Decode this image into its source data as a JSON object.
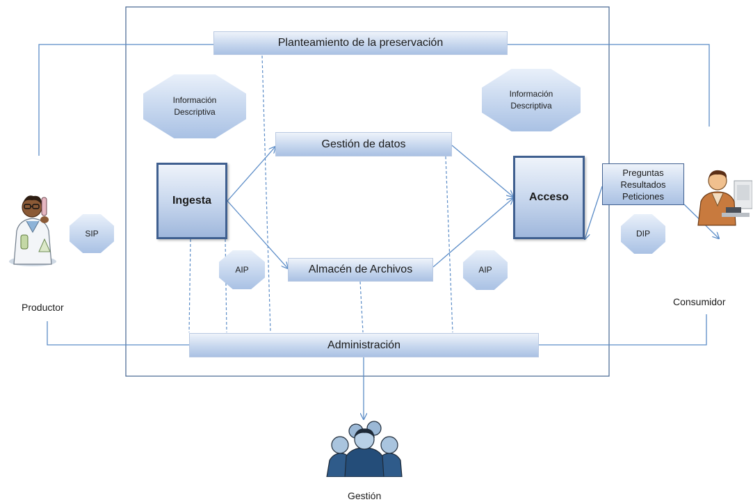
{
  "diagram": {
    "planning_label": "Planteamiento de la preservación",
    "data_mgmt_label": "Gestión de datos",
    "storage_label": "Almacén de Archivos",
    "admin_label": "Administración",
    "ingest_label": "Ingesta",
    "access_label": "Acceso",
    "desc_info_left": [
      "Información",
      "Descriptiva"
    ],
    "desc_info_right": [
      "Información",
      "Descriptiva"
    ],
    "sip_label": "SIP",
    "aip_left_label": "AIP",
    "aip_right_label": "AIP",
    "dip_label": "DIP",
    "queries_lines": [
      "Preguntas",
      "Resultados",
      "Peticiones"
    ],
    "producer_label": "Productor",
    "consumer_label": "Consumidor",
    "management_label": "Gestión"
  },
  "colors": {
    "accent": "#3f5f8f",
    "connector": "#5b8cc7",
    "fill_light": "#eef3fa",
    "fill_dark": "#aac1e3"
  },
  "icons": {
    "producer": "scientist-icon",
    "consumer": "office-worker-icon",
    "management": "people-group-icon"
  }
}
